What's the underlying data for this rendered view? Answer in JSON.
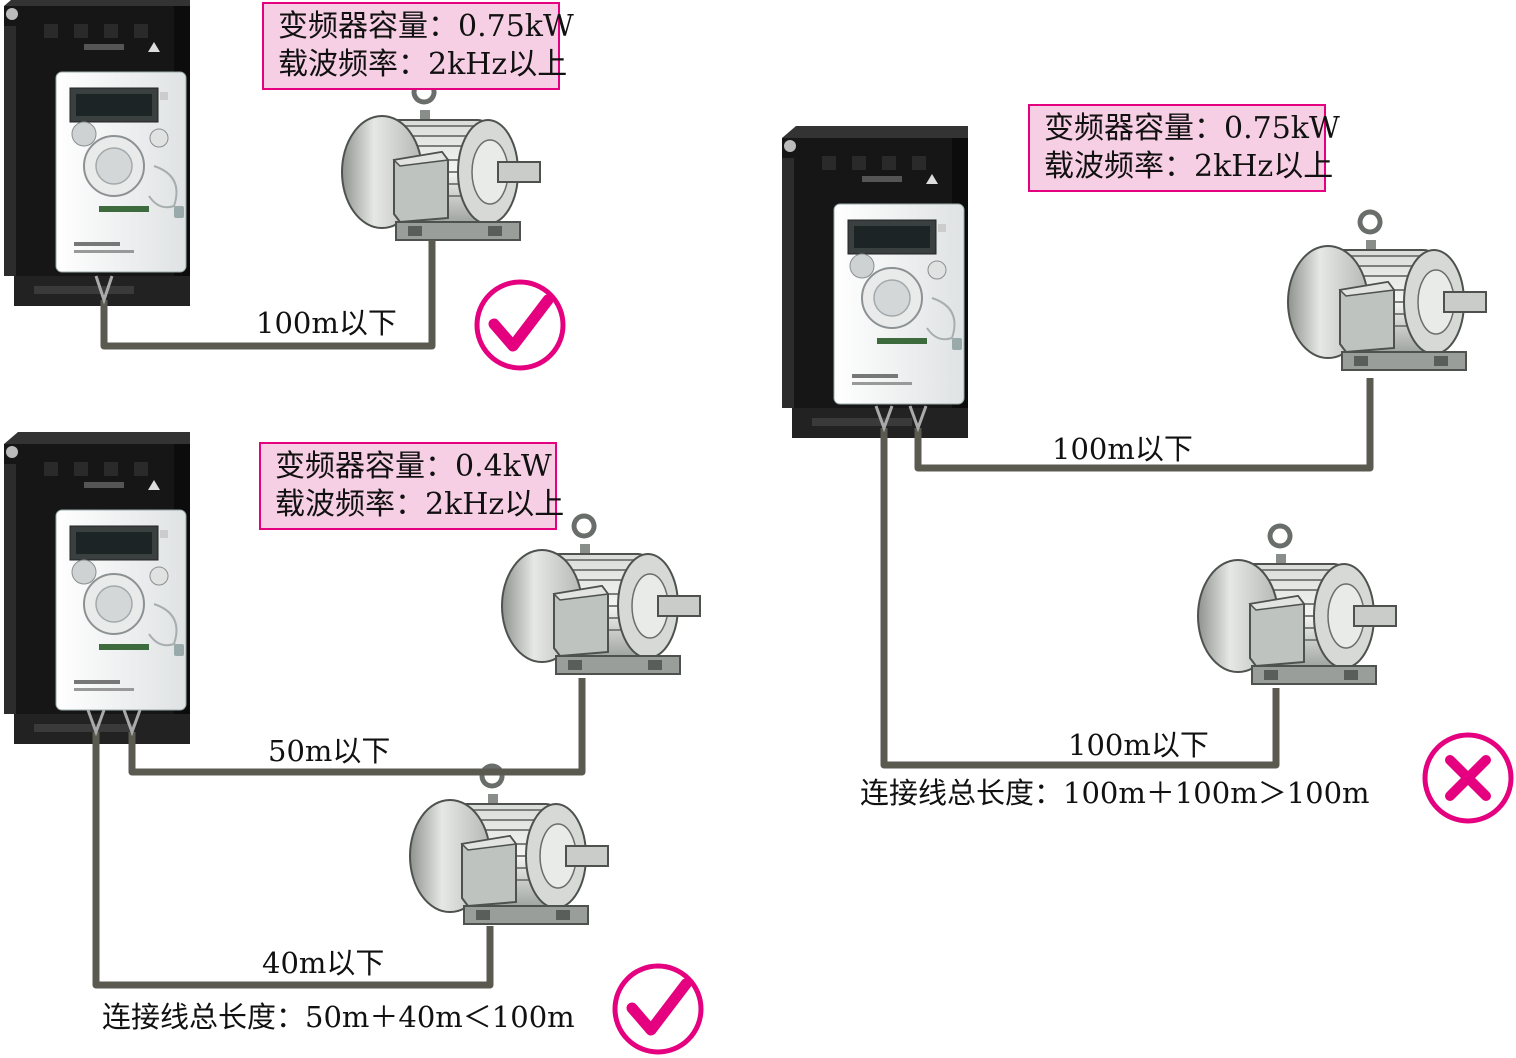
{
  "panels": [
    {
      "id": "top-left",
      "spec": {
        "capacity": "变频器容量：0.75kW",
        "carrier": "载波频率：2kHz以上"
      },
      "cables": [
        "100m以下"
      ],
      "total": "",
      "verdict": "check-icon"
    },
    {
      "id": "bottom-left",
      "spec": {
        "capacity": "变频器容量：0.4kW",
        "carrier": "载波频率：2kHz以上"
      },
      "cables": [
        "50m以下",
        "40m以下"
      ],
      "total": "连接线总长度：50m＋40m＜100m",
      "verdict": "check-icon"
    },
    {
      "id": "right",
      "spec": {
        "capacity": "变频器容量：0.75kW",
        "carrier": "载波频率：2kHz以上"
      },
      "cables": [
        "100m以下",
        "100m以下"
      ],
      "total": "连接线总长度：100m＋100m＞100m",
      "verdict": "cross-icon"
    }
  ],
  "colors": {
    "accent": "#e4007f",
    "box_fill": "#f7cfe4",
    "cable": "#5a5a50",
    "inverter_body": "#1a1a1a",
    "inverter_panel": "#f2f3f3"
  }
}
